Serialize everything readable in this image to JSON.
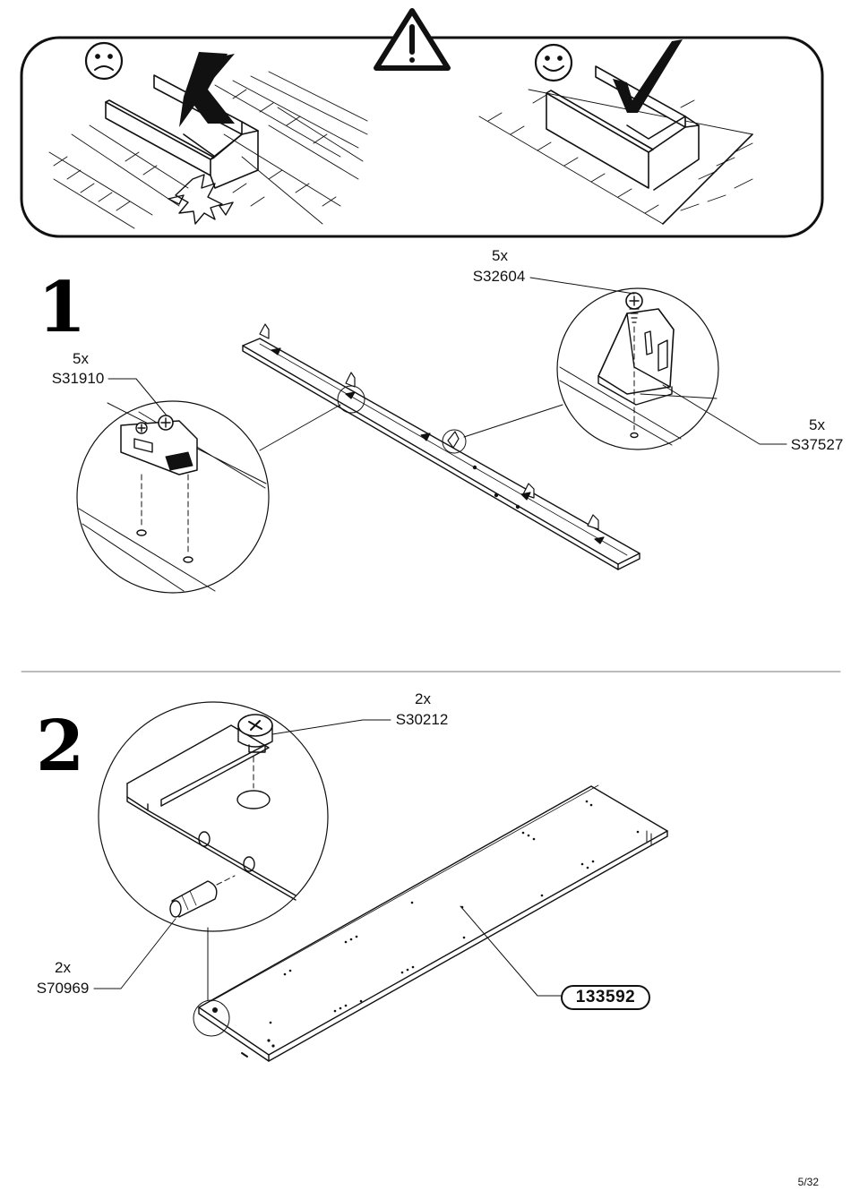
{
  "warning_panel": {
    "bad_icon": "sad-face-icon",
    "good_icon": "happy-face-icon",
    "warning_icon": "warning-triangle-icon",
    "bad_mark": "cross-mark-icon",
    "good_mark": "check-mark-icon"
  },
  "step1": {
    "number": "1",
    "parts": [
      {
        "qty": "5x",
        "code": "S31910"
      },
      {
        "qty": "5x",
        "code": "S32604"
      },
      {
        "qty": "5x",
        "code": "S37527"
      }
    ]
  },
  "step2": {
    "number": "2",
    "parts": [
      {
        "qty": "2x",
        "code": "S30212"
      },
      {
        "qty": "2x",
        "code": "S70969"
      }
    ],
    "board_label": "133592"
  },
  "footer": {
    "page": "5/32"
  }
}
